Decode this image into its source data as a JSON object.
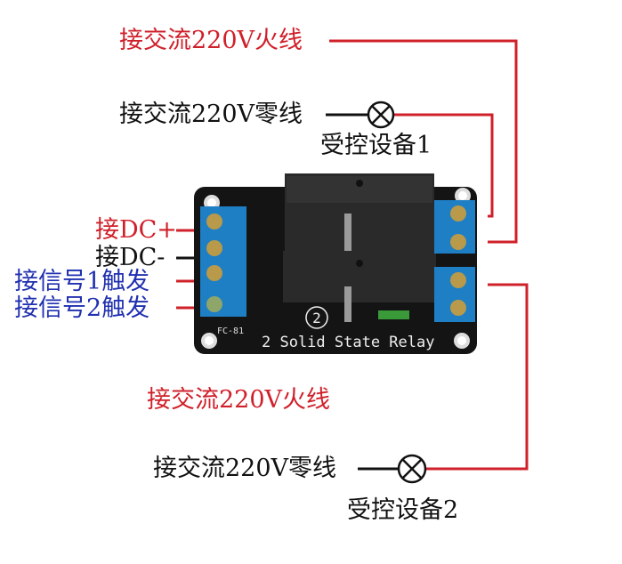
{
  "labels": {
    "top_live": "接交流220V火线",
    "top_neutral": "接交流220V零线",
    "device1": "受控设备1",
    "dc_plus": "接DC+",
    "dc_minus": "接DC-",
    "signal1": "接信号1触发",
    "signal2": "接信号2触发",
    "bottom_live": "接交流220V火线",
    "bottom_neutral": "接交流220V零线",
    "device2": "受控设备2"
  },
  "board": {
    "title": "2 Solid State Relay",
    "model": "FC-81",
    "channel_mark": "2"
  },
  "colors": {
    "live": "#d0202a",
    "neutral": "#111111",
    "signal": "#2030b0",
    "terminal": "#1f7fc4",
    "pcb": "#141414"
  }
}
